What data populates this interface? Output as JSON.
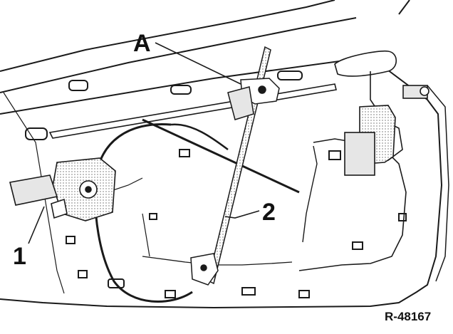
{
  "diagram": {
    "callouts": {
      "a": "A",
      "one": "1",
      "two": "2"
    },
    "reference_code": "R-48167",
    "colors": {
      "line": "#1a1a1a",
      "fill": "#ffffff",
      "shade": "#d9d9d9"
    }
  }
}
